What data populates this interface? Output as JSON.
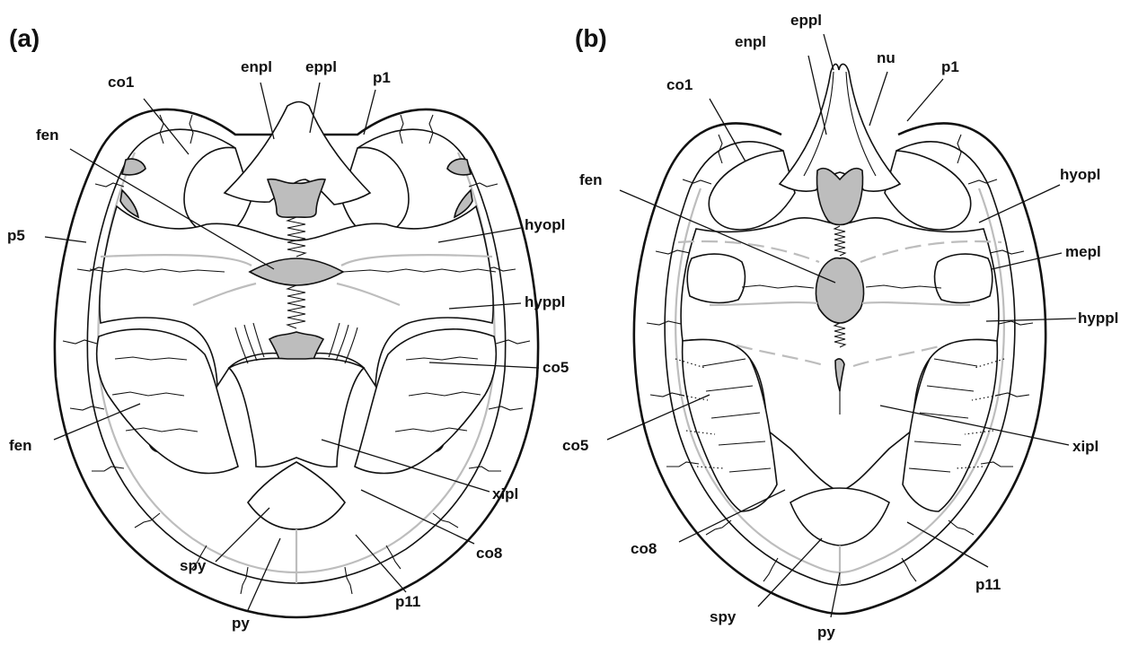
{
  "panels": [
    {
      "id": "a",
      "label": "(a)",
      "labels": {
        "co1": "co1",
        "enpl": "enpl",
        "eppl": "eppl",
        "p1": "p1",
        "fen_upper": "fen",
        "p5": "p5",
        "hyopl": "hyopl",
        "hyppl": "hyppl",
        "co5": "co5",
        "fen_lower": "fen",
        "xipl": "xipl",
        "co8": "co8",
        "spy": "spy",
        "py": "py",
        "p11": "p11"
      }
    },
    {
      "id": "b",
      "label": "(b)",
      "labels": {
        "eppl": "eppl",
        "enpl": "enpl",
        "nu": "nu",
        "p1": "p1",
        "co1": "co1",
        "fen": "fen",
        "hyopl": "hyopl",
        "mepl": "mepl",
        "hyppl": "hyppl",
        "co5": "co5",
        "xipl": "xipl",
        "co8": "co8",
        "p11": "p11",
        "spy": "spy",
        "py": "py"
      }
    }
  ],
  "colors": {
    "line": "#111111",
    "sulcus": "#bdbdbd",
    "fenestra": "#bdbdbd",
    "background": "#ffffff"
  }
}
